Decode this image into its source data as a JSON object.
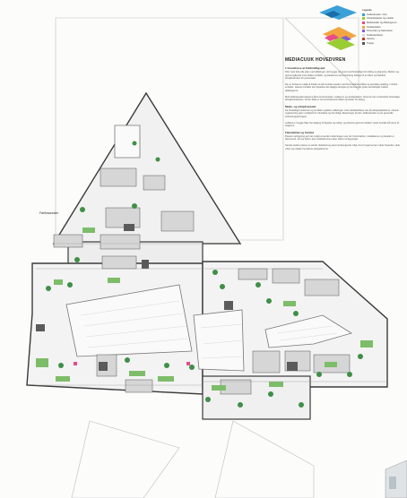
{
  "panel": {
    "heading": "MEDIACUUK HOVEDVREN",
    "sections": [
      {
        "subheading": "1 Grundrisse at Fuldmidtigsted",
        "text": "Plan nivel ikke alle plan med afdelinger, der bygger på grund ved forskellige formidling og placering. Mellem og gennemgående nivel fælles områder, og lokalernes sammenhæng bidrage til en åben og fleksibel arbejdsstruktur for personalet."
      },
      {
        "subheading": "",
        "text": "Der er fortsat en plads til lokale ud på centrale arealer med bred fællesområder og samtidig opdeling i mindre enheder. Husets områder kan tilpasses det daglige arbejde og fremme det gode samarbejde mellem afdelingerne."
      },
      {
        "subheading": "",
        "text": "Mod fællesarealet placeres åbne kontorarealer, møderum og studiepladser. Zonerne kan understøtte forskellige arbejdssituationer, så der både er koncentrationsområder og steder for dialog."
      },
      {
        "subheading": "Møde- og arbejdsarealer",
        "text": "De forskellige funktioner og områder opdeles i afdelinger med mødefaciliteter tæt på arbejdspladserne. Husets organisering giver mulighed for udvidelse og fremtidige tilpasninger af plan, fællesarealer og de generelle indretningsprincipper."
      },
      {
        "subheading": "",
        "text": "Lokalerne i begge fløje har adgang til dagslys og udsigt, og planens geometri skaber visuel kontakt på tværs af etagerne."
      },
      {
        "subheading": "Fleksibilitet og fremtid",
        "text": "Planens opbygning gør det muligt at ændre indretningen over tid. Konstruktion, installationer og facader er disponeret, så nye behov kan imødekommes uden større ombygninger."
      },
      {
        "subheading": "",
        "text": "Samlet skaber planen et stærkt, fleksibelt og sammenhængende miljø, hvor brugerne kan møde hinanden, dele viden og udvikle fremtidens arbejdsformer."
      }
    ]
  },
  "legend": {
    "title": "Legende",
    "items": [
      {
        "label": "Fællesarealer / Hus",
        "color": "#3aa0d8"
      },
      {
        "label": "Arbejdspladser og Lokaler",
        "color": "#9acd32"
      },
      {
        "label": "Mødelokaler og Afdelingsrum",
        "color": "#e84a8a"
      },
      {
        "label": "Studiepladser",
        "color": "#f2a541"
      },
      {
        "label": "Personale og Sekretariat",
        "color": "#8a5bd0"
      },
      {
        "label": "Fællesfaciliteter",
        "color": "#d9d9d9"
      },
      {
        "label": "Kantine",
        "color": "#c0392b"
      },
      {
        "label": "Trappe",
        "color": "#555555"
      }
    ]
  },
  "callouts": {
    "left": "Fællesarealer",
    "right": ""
  },
  "colors": {
    "wall": "#3a3a3a",
    "floor": "#ececec",
    "light_floor": "#f6f6f6",
    "green": "#3f8f46",
    "green_light": "#7dbd6a"
  }
}
